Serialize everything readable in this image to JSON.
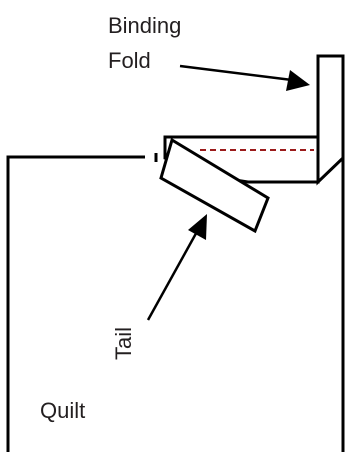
{
  "labels": {
    "binding_fold_line1": "Binding",
    "binding_fold_line2": "Fold",
    "tail": "Tail",
    "quilt": "Quilt"
  },
  "colors": {
    "outline": "#000000",
    "stitch_line": "#9b1b1b",
    "text": "#231f20",
    "background": "#ffffff"
  }
}
